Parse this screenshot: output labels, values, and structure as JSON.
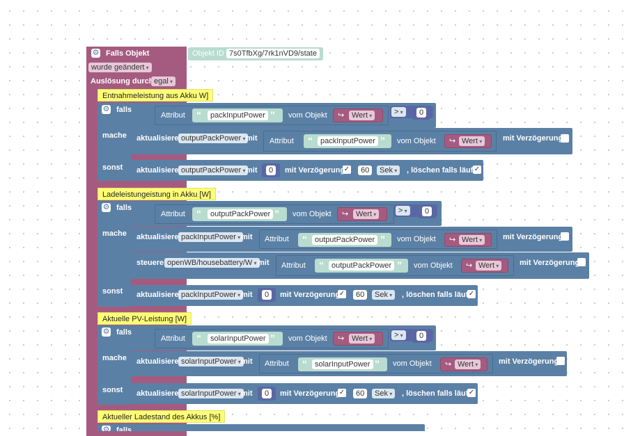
{
  "trigger": {
    "title": "Falls Objekt",
    "objekt_id_label": "Objekt ID",
    "objekt_id_value": "7s0TfbXg/7rk1nVD9/state",
    "changed_option": "wurde geändert",
    "ausloesung_label": "Auslösung durch",
    "ausloesung_value": "egal"
  },
  "words": {
    "falls": "falls",
    "mache": "mache",
    "sonst": "sonst",
    "attribut": "Attribut",
    "vom_objekt": "vom Objekt",
    "wert": "Wert",
    "aktualisiere": "aktualisiere",
    "mit": "mit",
    "mit_verzoegerung": "mit Verzögerung",
    "sek": "Sek",
    "loeschen": ", löschen falls läuft",
    "steuere": "steuere",
    "gt": ">",
    "zero": "0",
    "sixty": "60",
    "check": "✓",
    "open_quote": "“",
    "close_quote": "”",
    "arrow": "↪",
    "gear": "⚙"
  },
  "blocks": [
    {
      "comment": "Entnahmeleistung aus Akku W]",
      "cond_attr": "packInputPower",
      "then_target": "outputPackPower",
      "then_attr": "packInputPower",
      "else_target": "outputPackPower"
    },
    {
      "comment": "Ladeleistungeistung in Akku [W]",
      "cond_attr": "outputPackPower",
      "then_target": "packInputPower",
      "then_attr": "outputPackPower",
      "steuere_target": "openWB/housebattery/W",
      "steuere_attr": "outputPackPower",
      "else_target": "packInputPower"
    },
    {
      "comment": "Aktuelle PV-Leistung [W]",
      "cond_attr": "solarInputPower",
      "then_target": "solarInputPower",
      "then_attr": "solarInputPower",
      "else_target": "solarInputPower"
    },
    {
      "comment": "Aktueller Ladestand des Akkus [%]"
    }
  ]
}
